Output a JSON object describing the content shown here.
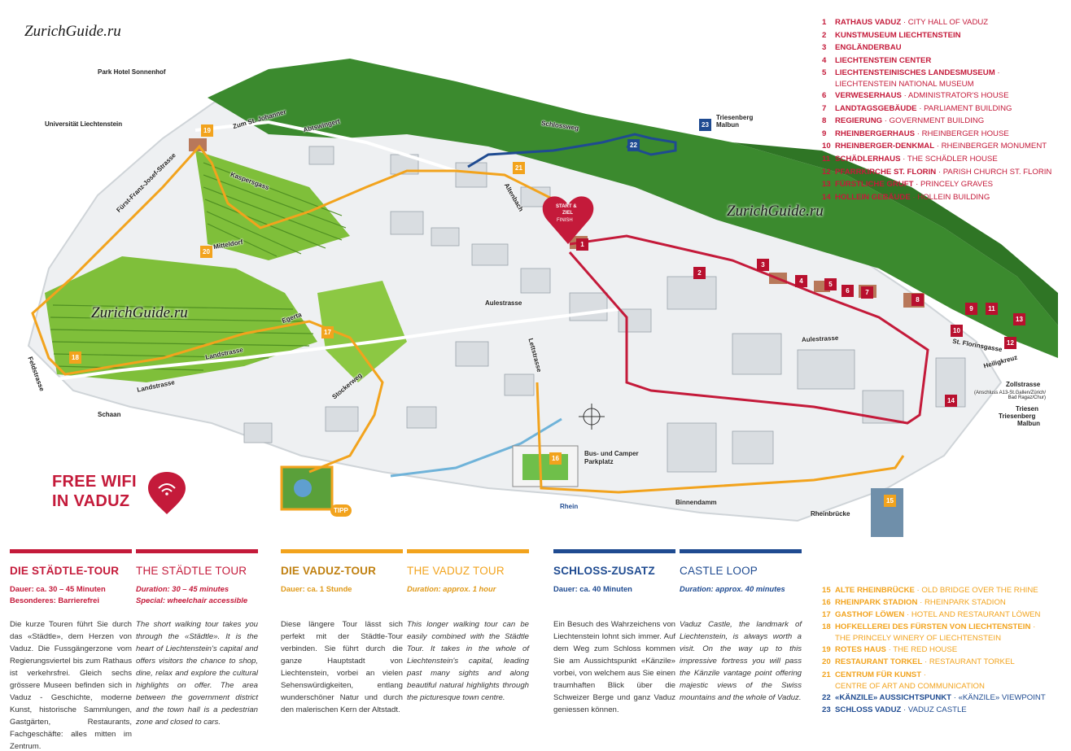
{
  "watermark": "ZurichGuide.ru",
  "map_labels": {
    "park_hotel": "Park Hotel Sonnenhof",
    "university": "Universität Liechtenstein",
    "triesenberg_malbun": "Triesenberg Malbun",
    "zum_st_johanner": "Zum St. Johanner",
    "abtswingert": "Abtswingert",
    "schlossweg": "Schlossweg",
    "kaspersgass": "Kaspersgass",
    "furst_franz_josef": "Fürst-Franz-Josef-Strasse",
    "mitteldorf": "Mitteldorf",
    "egerta": "Egerta",
    "landstrasse_1": "Landstrasse",
    "landstrasse_2": "Landstrasse",
    "feldstrasse": "Feldstrasse",
    "schaan": "Schaan",
    "stockerweg": "Stockerweg",
    "aulestrasse_1": "Aulestrasse",
    "aulestrasse_2": "Aulestrasse",
    "lettstrasse": "Lettstrasse",
    "altenbach": "Altenbach",
    "st_florinsgasse": "St. Florinsgasse",
    "heiligkreuz": "Heiligkreuz",
    "zollstrasse": "Zollstrasse",
    "zoll_sub": "(Anschluss A13-St.Gallen/Zürich/ Bad Ragaz/Chur)",
    "triesen": "Triesen",
    "triesenberg": "Triesenberg",
    "malbun": "Malbun",
    "bus_parking": "Bus- und Camper Parkplatz",
    "rhein": "Rhein",
    "binnendamm": "Binnendamm",
    "rheinbrucke": "Rheinbrücke",
    "start": "START &",
    "ziel": "ZIEL",
    "finish": "FINISH",
    "tipp": "TIPP"
  },
  "wifi": {
    "line1": "FREE WIFI",
    "line2": "IN VADUZ"
  },
  "colors": {
    "red": "#c41a3a",
    "yellow": "#f2a31d",
    "blue": "#1f4b91",
    "forest": "#3b8a2e",
    "meadow": "#7fbf3a"
  },
  "legend_top": [
    {
      "num": "1",
      "de": "RATHAUS VADUZ",
      "en": "CITY HALL OF VADUZ"
    },
    {
      "num": "2",
      "de": "KUNSTMUSEUM LIECHTENSTEIN",
      "en": ""
    },
    {
      "num": "3",
      "de": "ENGLÄNDERBAU",
      "en": ""
    },
    {
      "num": "4",
      "de": "LIECHTENSTEIN CENTER",
      "en": ""
    },
    {
      "num": "5",
      "de": "LIECHTENSTEINISCHES LANDESMUSEUM",
      "en": "",
      "cont": "LIECHTENSTEIN NATIONAL MUSEUM"
    },
    {
      "num": "6",
      "de": "VERWESERHAUS",
      "en": "ADMINISTRATOR'S HOUSE"
    },
    {
      "num": "7",
      "de": "LANDTAGSGEBÄUDE",
      "en": "PARLIAMENT BUILDING"
    },
    {
      "num": "8",
      "de": "REGIERUNG",
      "en": "GOVERNMENT BUILDING"
    },
    {
      "num": "9",
      "de": "RHEINBERGERHAUS",
      "en": "RHEINBERGER HOUSE"
    },
    {
      "num": "10",
      "de": "RHEINBERGER-DENKMAL",
      "en": "RHEINBERGER MONUMENT"
    },
    {
      "num": "11",
      "de": "SCHÄDLERHAUS",
      "en": "THE SCHÄDLER HOUSE"
    },
    {
      "num": "12",
      "de": "PFARRKIRCHE ST. FLORIN",
      "en": "PARISH CHURCH ST. FLORIN"
    },
    {
      "num": "13",
      "de": "FÜRSTLICHE GRUFT",
      "en": "PRINCELY GRAVES"
    },
    {
      "num": "14",
      "de": "HOLLEIN GEBÄUDE",
      "en": "HOLLEIN BUILDING"
    }
  ],
  "legend_bottom": [
    {
      "num": "15",
      "de": "ALTE RHEINBRÜCKE",
      "en": "OLD BRIDGE OVER THE RHINE",
      "color": "#f2a31d"
    },
    {
      "num": "16",
      "de": "RHEINPARK STADION",
      "en": "RHEINPARK STADION",
      "color": "#f2a31d"
    },
    {
      "num": "17",
      "de": "GASTHOF LÖWEN",
      "en": "HOTEL AND RESTAURANT LÖWEN",
      "color": "#f2a31d"
    },
    {
      "num": "18",
      "de": "HOFKELLEREI DES FÜRSTEN VON LIECHTENSTEIN",
      "en": "",
      "cont": "THE PRINCELY WINERY OF LIECHTENSTEIN",
      "color": "#f2a31d"
    },
    {
      "num": "19",
      "de": "ROTES HAUS",
      "en": "THE RED HOUSE",
      "color": "#f2a31d"
    },
    {
      "num": "20",
      "de": "RESTAURANT TORKEL",
      "en": "RESTAURANT TORKEL",
      "color": "#f2a31d"
    },
    {
      "num": "21",
      "de": "CENTRUM FÜR KUNST",
      "en": "",
      "cont": "CENTRE OF ART AND COMMUNICATION",
      "color": "#f2a31d"
    },
    {
      "num": "22",
      "de": "«KÄNZILE» AUSSICHTSPUNKT",
      "en": "«KÄNZILE» VIEWPOINT",
      "color": "#1f4b91"
    },
    {
      "num": "23",
      "de": "SCHLOSS VADUZ",
      "en": "VADUZ CASTLE",
      "color": "#1f4b91"
    }
  ],
  "tours": [
    {
      "title": "DIE STÄDTLE-TOUR",
      "meta1": "Dauer: ca. 30 – 45 Minuten",
      "meta2": "Besonderes: Barrierefrei",
      "italic": false,
      "color": "#c41a3a",
      "text": "Die kurze Touren führt Sie durch das «Städtle», dem Herzen von Vaduz. Die Fussgängerzone vom Regierungsviertel bis zum Rathaus ist verkehrsfrei. Gleich sechs grössere Museen befinden sich in Vaduz - Geschichte, moderne Kunst, historische Sammlungen, Gastgärten, Restaurants, Fachgeschäfte: alles mitten im Zentrum."
    },
    {
      "title": "THE STÄDTLE TOUR",
      "meta1": "Duration: 30 – 45 minutes",
      "meta2": "Special: wheelchair accessible",
      "italic": true,
      "color": "#c41a3a",
      "text": "The short walking tour takes you through the «Städtle». It is the heart of Liechtenstein's capital and offers visitors the chance to shop, dine, relax and explore the cultural highlights on offer. The area between the government district and the town hall is a pedestrian zone and closed to cars."
    },
    {
      "title": "DIE VADUZ-TOUR",
      "meta1": "Dauer: ca. 1 Stunde",
      "meta2": "",
      "italic": false,
      "color": "#f2a31d",
      "text": "Diese längere Tour lässt sich perfekt mit der Städtle-Tour verbinden. Sie führt durch die ganze Hauptstadt von Liechtenstein, vorbei an vielen Sehenswürdigkeiten, entlang wunderschöner Natur und durch den malerischen Kern der Altstadt."
    },
    {
      "title": "THE VADUZ TOUR",
      "meta1": "Duration: approx. 1 hour",
      "meta2": "",
      "italic": true,
      "color": "#f2a31d",
      "text": "This longer walking tour can be easily combined with the Städtle Tour. It takes in the whole of Liechtenstein's capital, leading past many sights and along beautiful natural highlights through the picturesque town centre."
    },
    {
      "title": "SCHLOSS-ZUSATZ",
      "meta1": "Dauer: ca. 40 Minuten",
      "meta2": "",
      "italic": false,
      "color": "#1f4b91",
      "text": "Ein Besuch des Wahrzeichens von Liechtenstein lohnt sich immer. Auf dem Weg zum Schloss kommen Sie am Aussichtspunkt «Känzile» vorbei, von welchem aus Sie einen traumhaften Blick über die Schweizer Berge und ganz Vaduz geniessen können."
    },
    {
      "title": "CASTLE LOOP",
      "meta1": "Duration: approx. 40 minutes",
      "meta2": "",
      "italic": true,
      "color": "#1f4b91",
      "text": "Vaduz Castle, the landmark of Liechtenstein, is always worth a visit. On the way up to this impressive fortress you will pass the Känzile vantage point offering majestic views of the Swiss mountains and the whole of Vaduz."
    }
  ]
}
